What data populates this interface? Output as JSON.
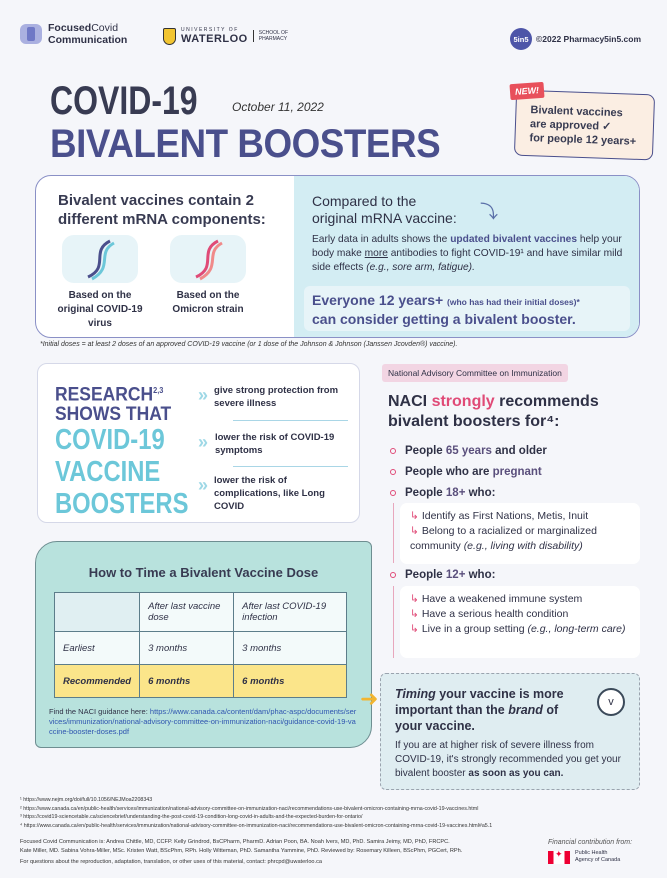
{
  "header": {
    "fc_logo": [
      "Focused",
      "Covid",
      "Communication"
    ],
    "uw_small": "UNIVERSITY OF",
    "uw_big": "WATERLOO",
    "uw_school": [
      "SCHOOL OF",
      "PHARMACY"
    ],
    "p5_badge": "5in5",
    "copyright": "©2022 Pharmacy5in5.com"
  },
  "title": {
    "line1": "COVID-19",
    "date": "October 11, 2022",
    "line2": "BIVALENT BOOSTERS"
  },
  "new_card": {
    "badge": "NEW!",
    "lines": [
      "Bivalent vaccines",
      "are approved ✓",
      "for people 12 years+"
    ]
  },
  "section1": {
    "heading": "Bivalent vaccines contain 2 different mRNA components:",
    "dna": [
      {
        "caption": "Based on the original COVID-19 virus"
      },
      {
        "caption": "Based on the Omicron strain"
      }
    ],
    "compared": "Compared to the original mRNA vaccine:",
    "early_pre": "Early data in adults shows the ",
    "early_hl": "updated bivalent vaccines",
    "early_mid": " help your body make ",
    "early_more": "more",
    "early_post": " antibodies to fight COVID-19¹ and have similar mild side effects ",
    "early_eg": "(e.g., sore arm, fatigue).",
    "everyone": "Everyone 12 years+",
    "everyone_small": "(who has had their initial doses)*",
    "everyone2": "can consider getting a bivalent booster.",
    "footnote": "*Initial doses = at least 2 doses of an approved COVID-19 vaccine (or 1 dose of the Johnson & Johnson (Janssen Jcovden®) vaccine)."
  },
  "research": {
    "line1": "RESEARCH",
    "sup": "2,3",
    "line2": "SHOWS THAT",
    "line3": "COVID-19",
    "line4": "VACCINE",
    "line5": "BOOSTERS",
    "items": [
      "give strong protection from severe illness",
      "lower the risk of COVID-19 symptoms",
      "lower the risk of complications, like Long COVID"
    ]
  },
  "naci": {
    "tag": "National Advisory Committee on Immunization",
    "h_pre": "NACI ",
    "h_strong": "strongly",
    "h_post": " recommends bivalent boosters for⁴:",
    "i1": [
      "People ",
      "65 years",
      " and older"
    ],
    "i2": [
      "People who are ",
      "pregnant"
    ],
    "i3": [
      "People ",
      "18+",
      " who:"
    ],
    "sub18": [
      "Identify as First Nations, Metis, Inuit",
      "Belong to a racialized or marginalized community "
    ],
    "sub18_eg": "(e.g., living with disability)",
    "i4": [
      "People ",
      "12+",
      " who:"
    ],
    "sub12": [
      "Have a weakened immune system",
      "Have a serious health condition",
      "Live in a group setting "
    ],
    "sub12_eg": "(e.g., long-term care)"
  },
  "timing_table": {
    "title": "How to Time a Bivalent Vaccine Dose",
    "headers": [
      "",
      "After last vaccine dose",
      "After last COVID-19 infection"
    ],
    "rows": [
      [
        "Earliest",
        "3 months",
        "3 months"
      ],
      [
        "Recommended",
        "6 months",
        "6 months"
      ]
    ],
    "link_label": "Find the NACI guidance here: ",
    "link": "https://www.canada.ca/content/dam/phac-aspc/documents/services/immunization/national-advisory-committee-on-immunization-naci/guidance-covid-19-vaccine-booster-doses.pdf"
  },
  "timing_box": {
    "h1": "Timing",
    "h2": " your vaccine is more important than the ",
    "h3": "brand",
    "h4": " of your vaccine.",
    "p1": "If you are at higher risk of severe illness from COVID-19, it's strongly recommended you get your bivalent booster ",
    "p2": "as soon as you can."
  },
  "refs": [
    "¹ https://www.nejm.org/doi/full/10.1056/NEJMoa2208343",
    "² https://www.canada.ca/en/public-health/services/immunization/national-advisory-committee-on-immunization-naci/recommendations-use-bivalent-omicron-containing-mrna-covid-19-vaccines.html",
    "³ https://covid19-sciencetable.ca/sciencebrief/understanding-the-post-covid-19-condition-long-covid-in-adults-and-the-expected-burden-for-ontario/",
    "⁴ https://www.canada.ca/en/public-health/services/immunization/national-advisory-committee-on-immunization-naci/recommendations-use-bivalent-omicron-containing-mrna-covid-19-vaccines.html#a5.1"
  ],
  "credits": [
    "Focused Covid Communication is: Andrea Chittle, MD, CCFP. Kelly Grindrod, BsCPharm, PharmD. Adrian Poon, BA. Noah Ivers, MD, PhD. Samira Jeimy, MD, PhD, FRCPC.",
    "Kate Miller, MD. Sabina Vohra-Miller, MSc. Kristen Watt, BScPhm, RPh. Holly Witteman, PhD. Samantha Yammine, PhD. Reviewed by: Rosemary Killeen, BScPhm, PGCert, RPh.",
    "For questions about the reproduction, adaptation, translation, or other uses of this material, contact: phrcpd@uwaterloo.ca"
  ],
  "funding": {
    "label": "Financial contribution from:",
    "org": [
      "Public Health",
      "Agency of Canada"
    ]
  }
}
